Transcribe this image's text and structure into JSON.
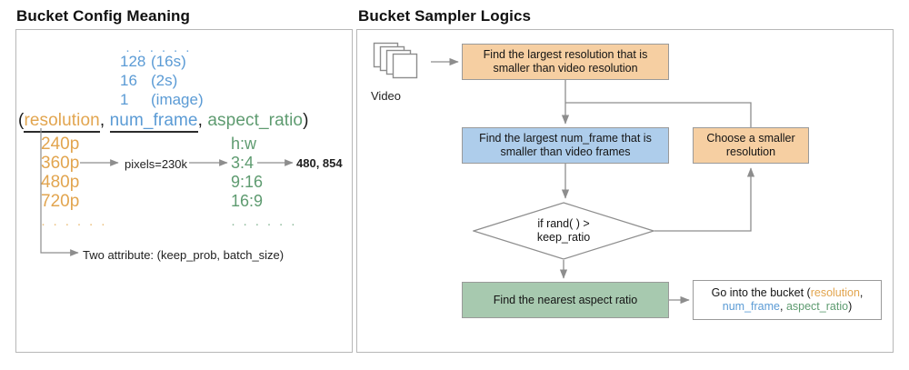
{
  "panels": {
    "left": {
      "title": "Bucket Config Meaning",
      "num_frame": {
        "dots": "· · · · · ·",
        "rows": [
          {
            "value": "128",
            "note": "(16s)"
          },
          {
            "value": "16",
            "note": "(2s)"
          },
          {
            "value": "1",
            "note": "(image)"
          }
        ]
      },
      "tuple": {
        "open_paren": "(",
        "resolution": "resolution",
        "comma1": ",",
        "num_frame": "num_frame",
        "comma2": ",",
        "aspect_ratio": "aspect_ratio",
        "close_paren": ")"
      },
      "resolution_list": [
        "240p",
        "360p",
        "480p",
        "720p"
      ],
      "resolution_dots": "· · · · · ·",
      "aspect_header": "h:w",
      "aspect_list": [
        "3:4",
        "9:16",
        "16:9"
      ],
      "aspect_dots": "· · · · · ·",
      "pixels_label": "pixels=230k",
      "dims_label": "480, 854",
      "two_attribute": "Two attribute: (keep_prob, batch_size)"
    },
    "right": {
      "title": "Bucket Sampler Logics",
      "video_label": "Video",
      "nodes": {
        "find_resolution": "Find the largest resolution that is smaller than video resolution",
        "find_num_frame": "Find the largest num_frame that is smaller than video frames",
        "choose_smaller": "Choose a smaller resolution",
        "decision_line1": "if rand( ) >",
        "decision_line2": "keep_ratio",
        "nearest_aspect": "Find the nearest aspect ratio",
        "bucket_prefix": "Go into the bucket  (",
        "bucket_resolution": "resolution",
        "bucket_comma1": ",",
        "bucket_num_frame": "num_frame",
        "bucket_comma2": ",",
        "bucket_aspect_ratio": "aspect_ratio",
        "bucket_suffix": ")"
      }
    }
  },
  "colors": {
    "resolution": "#E2A54F",
    "num_frame": "#5B9BD5",
    "aspect_ratio": "#5E9B70",
    "box_orange": "#F6CFA2",
    "box_blue": "#AECDEB",
    "box_green": "#A7C9AF",
    "border": "#9a9a9a",
    "panel_border": "#b7b7b7",
    "wire": "#8d8d8d"
  }
}
